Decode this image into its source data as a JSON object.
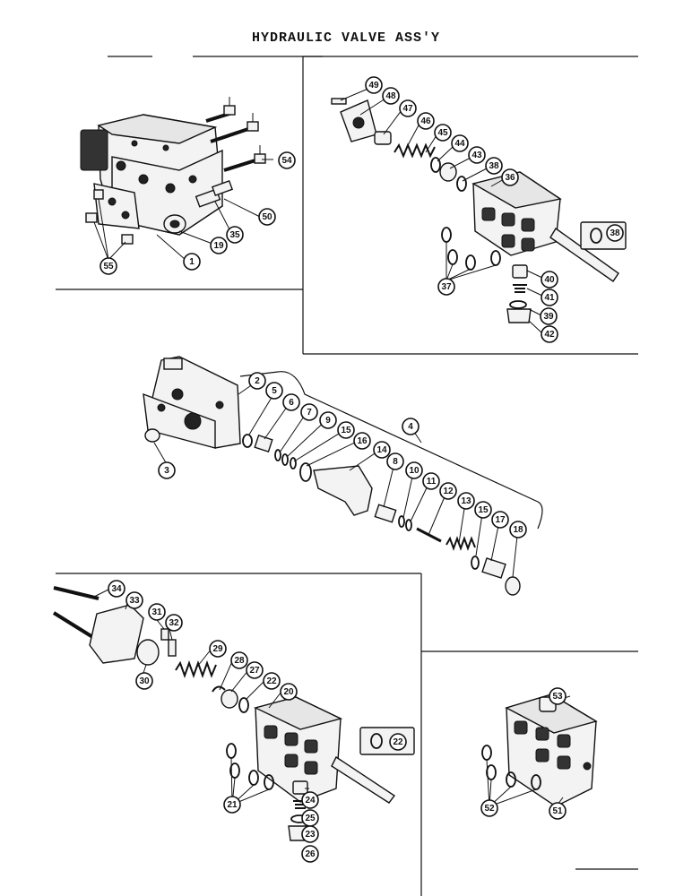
{
  "title": "HYDRAULIC VALVE ASS'Y",
  "callouts": [
    {
      "id": "49",
      "label": "49"
    },
    {
      "id": "48",
      "label": "48"
    },
    {
      "id": "47",
      "label": "47"
    },
    {
      "id": "46",
      "label": "46"
    },
    {
      "id": "45",
      "label": "45"
    },
    {
      "id": "44",
      "label": "44"
    },
    {
      "id": "43",
      "label": "43"
    },
    {
      "id": "38a",
      "label": "38"
    },
    {
      "id": "36",
      "label": "36"
    },
    {
      "id": "38b",
      "label": "38"
    },
    {
      "id": "37",
      "label": "37"
    },
    {
      "id": "40",
      "label": "40"
    },
    {
      "id": "41",
      "label": "41"
    },
    {
      "id": "39",
      "label": "39"
    },
    {
      "id": "42",
      "label": "42"
    },
    {
      "id": "54",
      "label": "54"
    },
    {
      "id": "50",
      "label": "50"
    },
    {
      "id": "35",
      "label": "35"
    },
    {
      "id": "19",
      "label": "19"
    },
    {
      "id": "1",
      "label": "1"
    },
    {
      "id": "55",
      "label": "55"
    },
    {
      "id": "2",
      "label": "2"
    },
    {
      "id": "3",
      "label": "3"
    },
    {
      "id": "4",
      "label": "4"
    },
    {
      "id": "5",
      "label": "5"
    },
    {
      "id": "6",
      "label": "6"
    },
    {
      "id": "7",
      "label": "7"
    },
    {
      "id": "9",
      "label": "9"
    },
    {
      "id": "15a",
      "label": "15"
    },
    {
      "id": "16",
      "label": "16"
    },
    {
      "id": "14",
      "label": "14"
    },
    {
      "id": "8",
      "label": "8"
    },
    {
      "id": "10",
      "label": "10"
    },
    {
      "id": "11",
      "label": "11"
    },
    {
      "id": "12",
      "label": "12"
    },
    {
      "id": "13",
      "label": "13"
    },
    {
      "id": "15b",
      "label": "15"
    },
    {
      "id": "17",
      "label": "17"
    },
    {
      "id": "18",
      "label": "18"
    },
    {
      "id": "34",
      "label": "34"
    },
    {
      "id": "33",
      "label": "33"
    },
    {
      "id": "31",
      "label": "31"
    },
    {
      "id": "32",
      "label": "32"
    },
    {
      "id": "30",
      "label": "30"
    },
    {
      "id": "29",
      "label": "29"
    },
    {
      "id": "28",
      "label": "28"
    },
    {
      "id": "27",
      "label": "27"
    },
    {
      "id": "22a",
      "label": "22"
    },
    {
      "id": "20",
      "label": "20"
    },
    {
      "id": "22b",
      "label": "22"
    },
    {
      "id": "21",
      "label": "21"
    },
    {
      "id": "24",
      "label": "24"
    },
    {
      "id": "25",
      "label": "25"
    },
    {
      "id": "23",
      "label": "23"
    },
    {
      "id": "26",
      "label": "26"
    },
    {
      "id": "53",
      "label": "53"
    },
    {
      "id": "52",
      "label": "52"
    },
    {
      "id": "51",
      "label": "51"
    }
  ]
}
